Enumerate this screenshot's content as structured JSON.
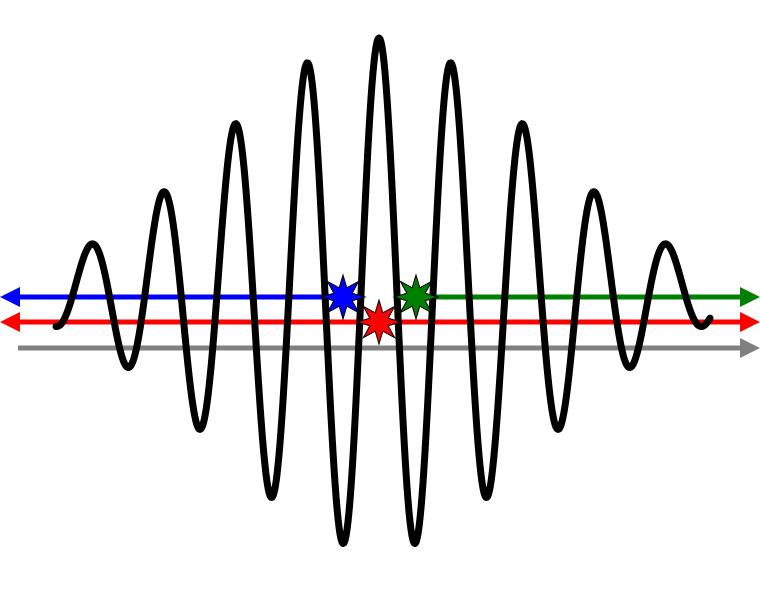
{
  "colors": {
    "background": "#ffffff",
    "wave": "#000000",
    "blue": "#0000ff",
    "red": "#ff0000",
    "green": "#008000",
    "gray": "#808080"
  },
  "arrows": [
    {
      "id": "blue",
      "direction": "left",
      "color": "#0000ff"
    },
    {
      "id": "green",
      "direction": "right",
      "color": "#008000"
    },
    {
      "id": "red",
      "direction": "both",
      "color": "#ff0000"
    },
    {
      "id": "gray",
      "direction": "right",
      "color": "#808080"
    }
  ],
  "stars": [
    {
      "id": "blue",
      "color": "#0000ff",
      "points": 8
    },
    {
      "id": "red",
      "color": "#ff0000",
      "points": 8
    },
    {
      "id": "green",
      "color": "#008000",
      "points": 8
    }
  ],
  "icons": {
    "wave": "wave-packet-icon",
    "star": "star-burst-icon"
  }
}
